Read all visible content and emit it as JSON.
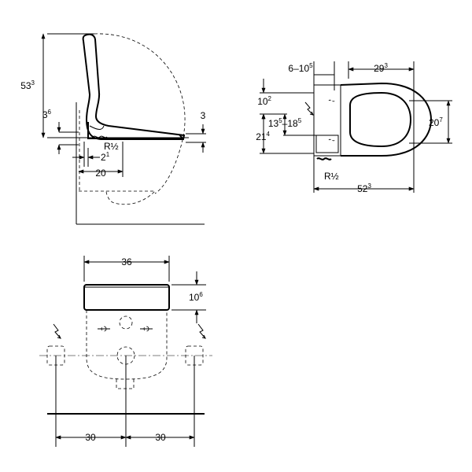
{
  "side_view": {
    "dim_total_height": {
      "main": "53",
      "sup": "3"
    },
    "dim_seat_offset": {
      "main": "3",
      "sup": "6"
    },
    "dim_seat_thickness": "3",
    "pipe_label": "R½",
    "dim_pipe_offset": {
      "main": "2",
      "sup": "1"
    },
    "dim_projection": "20"
  },
  "plan_view": {
    "dim_wall_range": {
      "main": "6–10",
      "sup": "5"
    },
    "dim_inner": {
      "main": "29",
      "sup": "3"
    },
    "dim_upper": {
      "main": "10",
      "sup": "2"
    },
    "dim_range_min": {
      "main": "13",
      "sup": "5"
    },
    "dim_range_max": {
      "main": "18",
      "sup": "5"
    },
    "range_sep": "–",
    "dim_lower": {
      "main": "21",
      "sup": "4"
    },
    "dim_bowl_width": {
      "main": "20",
      "sup": "7"
    },
    "pipe_label": "R½",
    "dim_total_depth": {
      "main": "52",
      "sup": "3"
    }
  },
  "front_view": {
    "dim_width": "36",
    "dim_lid_height": {
      "main": "10",
      "sup": "6"
    },
    "dim_left_spacing": "30",
    "dim_right_spacing": "30"
  }
}
